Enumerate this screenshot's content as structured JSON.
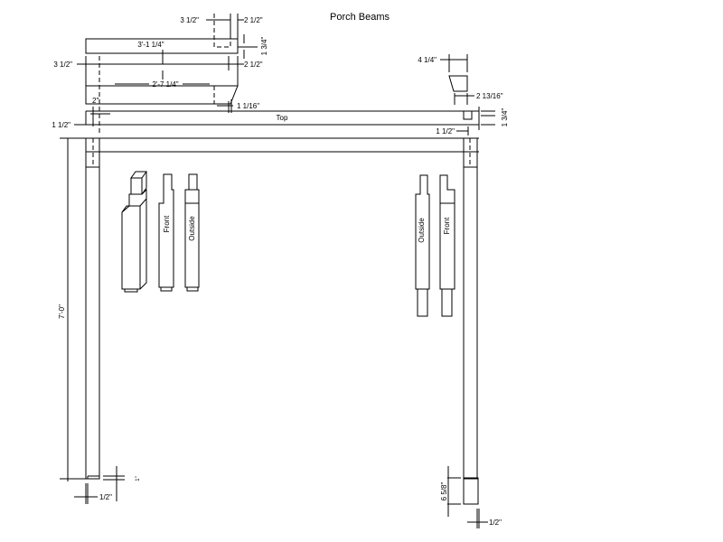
{
  "title": "Porch Beams",
  "beam_labels": {
    "top": "Top"
  },
  "dimensions": {
    "rafter_length": "3'-1 1/4\"",
    "rafter_notch_width": "3 1/2\"",
    "rafter_notch_offset": "2 1/2\"",
    "rafter_thickness": "1 3/4\"",
    "lower_left_offset": "3 1/2\"",
    "lower_right_offset": "2 1/2\"",
    "lower_length": "2'-7 1/4\"",
    "bevel": "1 1/16\"",
    "tenon_width": "2\"",
    "tenon_depth": "1 1/2\"",
    "block_width": "4 1/4\"",
    "block_base": "2 13/16\"",
    "right_thickness": "1 3/4\"",
    "right_notch": "1 1/2\"",
    "post_height": "7'-0\"",
    "left_foot_rise": "1\"",
    "left_foot_width": "1/2\"",
    "right_foot_height": "6 5/8\"",
    "right_foot_width": "1/2\""
  },
  "post_faces": {
    "left_front": "Front",
    "left_outside": "Outside",
    "right_outside": "Outside",
    "right_front": "Front"
  }
}
